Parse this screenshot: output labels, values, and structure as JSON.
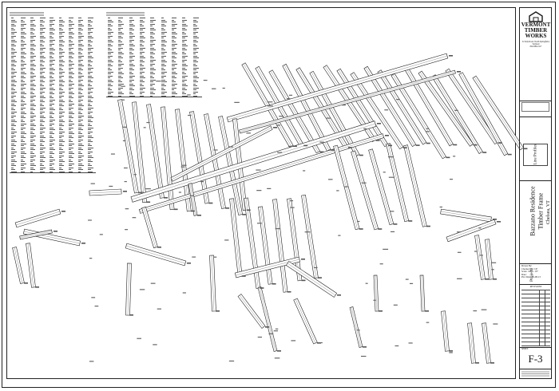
{
  "company": {
    "name_line1": "VERMONT",
    "name_line2": "TIMBER",
    "name_line3": "WORKS",
    "address": "52 Italy Road, North Springfield, Vermont",
    "phone": "802-886-1917"
  },
  "title_block": {
    "section_label": "Line Profiles",
    "project_label": "Project:",
    "project_name": "Bazzano Residence",
    "project_subtitle": "Timber Frame",
    "location": "Chelsea, VT",
    "drawn_by_label": "Drawn By:",
    "drawn_by": "Checked By: CE",
    "scale_label": "Scale:",
    "scale": "3/8\" = 1'0\"",
    "date_label": "Date:",
    "plot_date_label": "Plot Date:",
    "plot_date": "09-08-13",
    "revisions_label": "REVISIONS",
    "sheet_label": "SHEET",
    "sheet_number": "F-3"
  },
  "colors": {
    "line": "#222222",
    "barn_logo": "#1a1a1a"
  }
}
